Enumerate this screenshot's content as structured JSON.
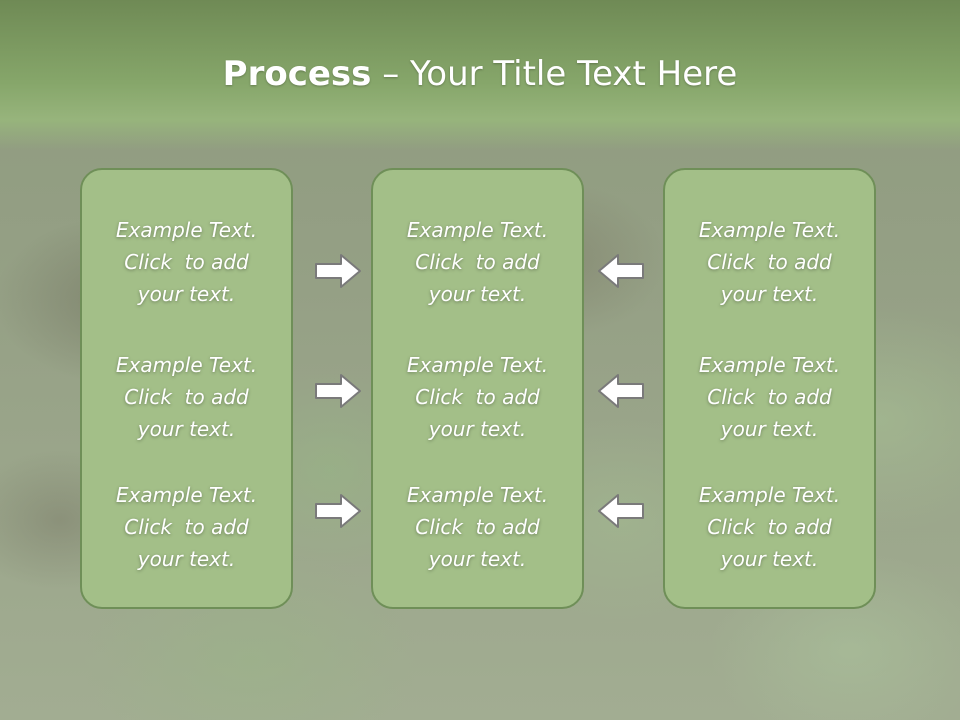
{
  "title": {
    "bold": "Process",
    "separator": " – ",
    "rest": "Your Title Text Here"
  },
  "columns": [
    {
      "items": [
        {
          "line1": "Example Text.",
          "line2": "Click  to add",
          "line3": "your text."
        },
        {
          "line1": "Example Text.",
          "line2": "Click  to add",
          "line3": "your text."
        },
        {
          "line1": "Example Text.",
          "line2": "Click  to add",
          "line3": "your text."
        }
      ]
    },
    {
      "items": [
        {
          "line1": "Example Text.",
          "line2": "Click  to add",
          "line3": "your text."
        },
        {
          "line1": "Example Text.",
          "line2": "Click  to add",
          "line3": "your text."
        },
        {
          "line1": "Example Text.",
          "line2": "Click  to add",
          "line3": "your text."
        }
      ]
    },
    {
      "items": [
        {
          "line1": "Example Text.",
          "line2": "Click  to add",
          "line3": "your text."
        },
        {
          "line1": "Example Text.",
          "line2": "Click  to add",
          "line3": "your text."
        },
        {
          "line1": "Example Text.",
          "line2": "Click  to add",
          "line3": "your text."
        }
      ]
    }
  ],
  "arrows": {
    "left_group": "right-arrow-icon",
    "right_group": "left-arrow-icon"
  },
  "colors": {
    "header": "#86a66a",
    "box_fill": "#a3bf88",
    "box_border": "#6f8f58",
    "text": "#ffffff"
  }
}
